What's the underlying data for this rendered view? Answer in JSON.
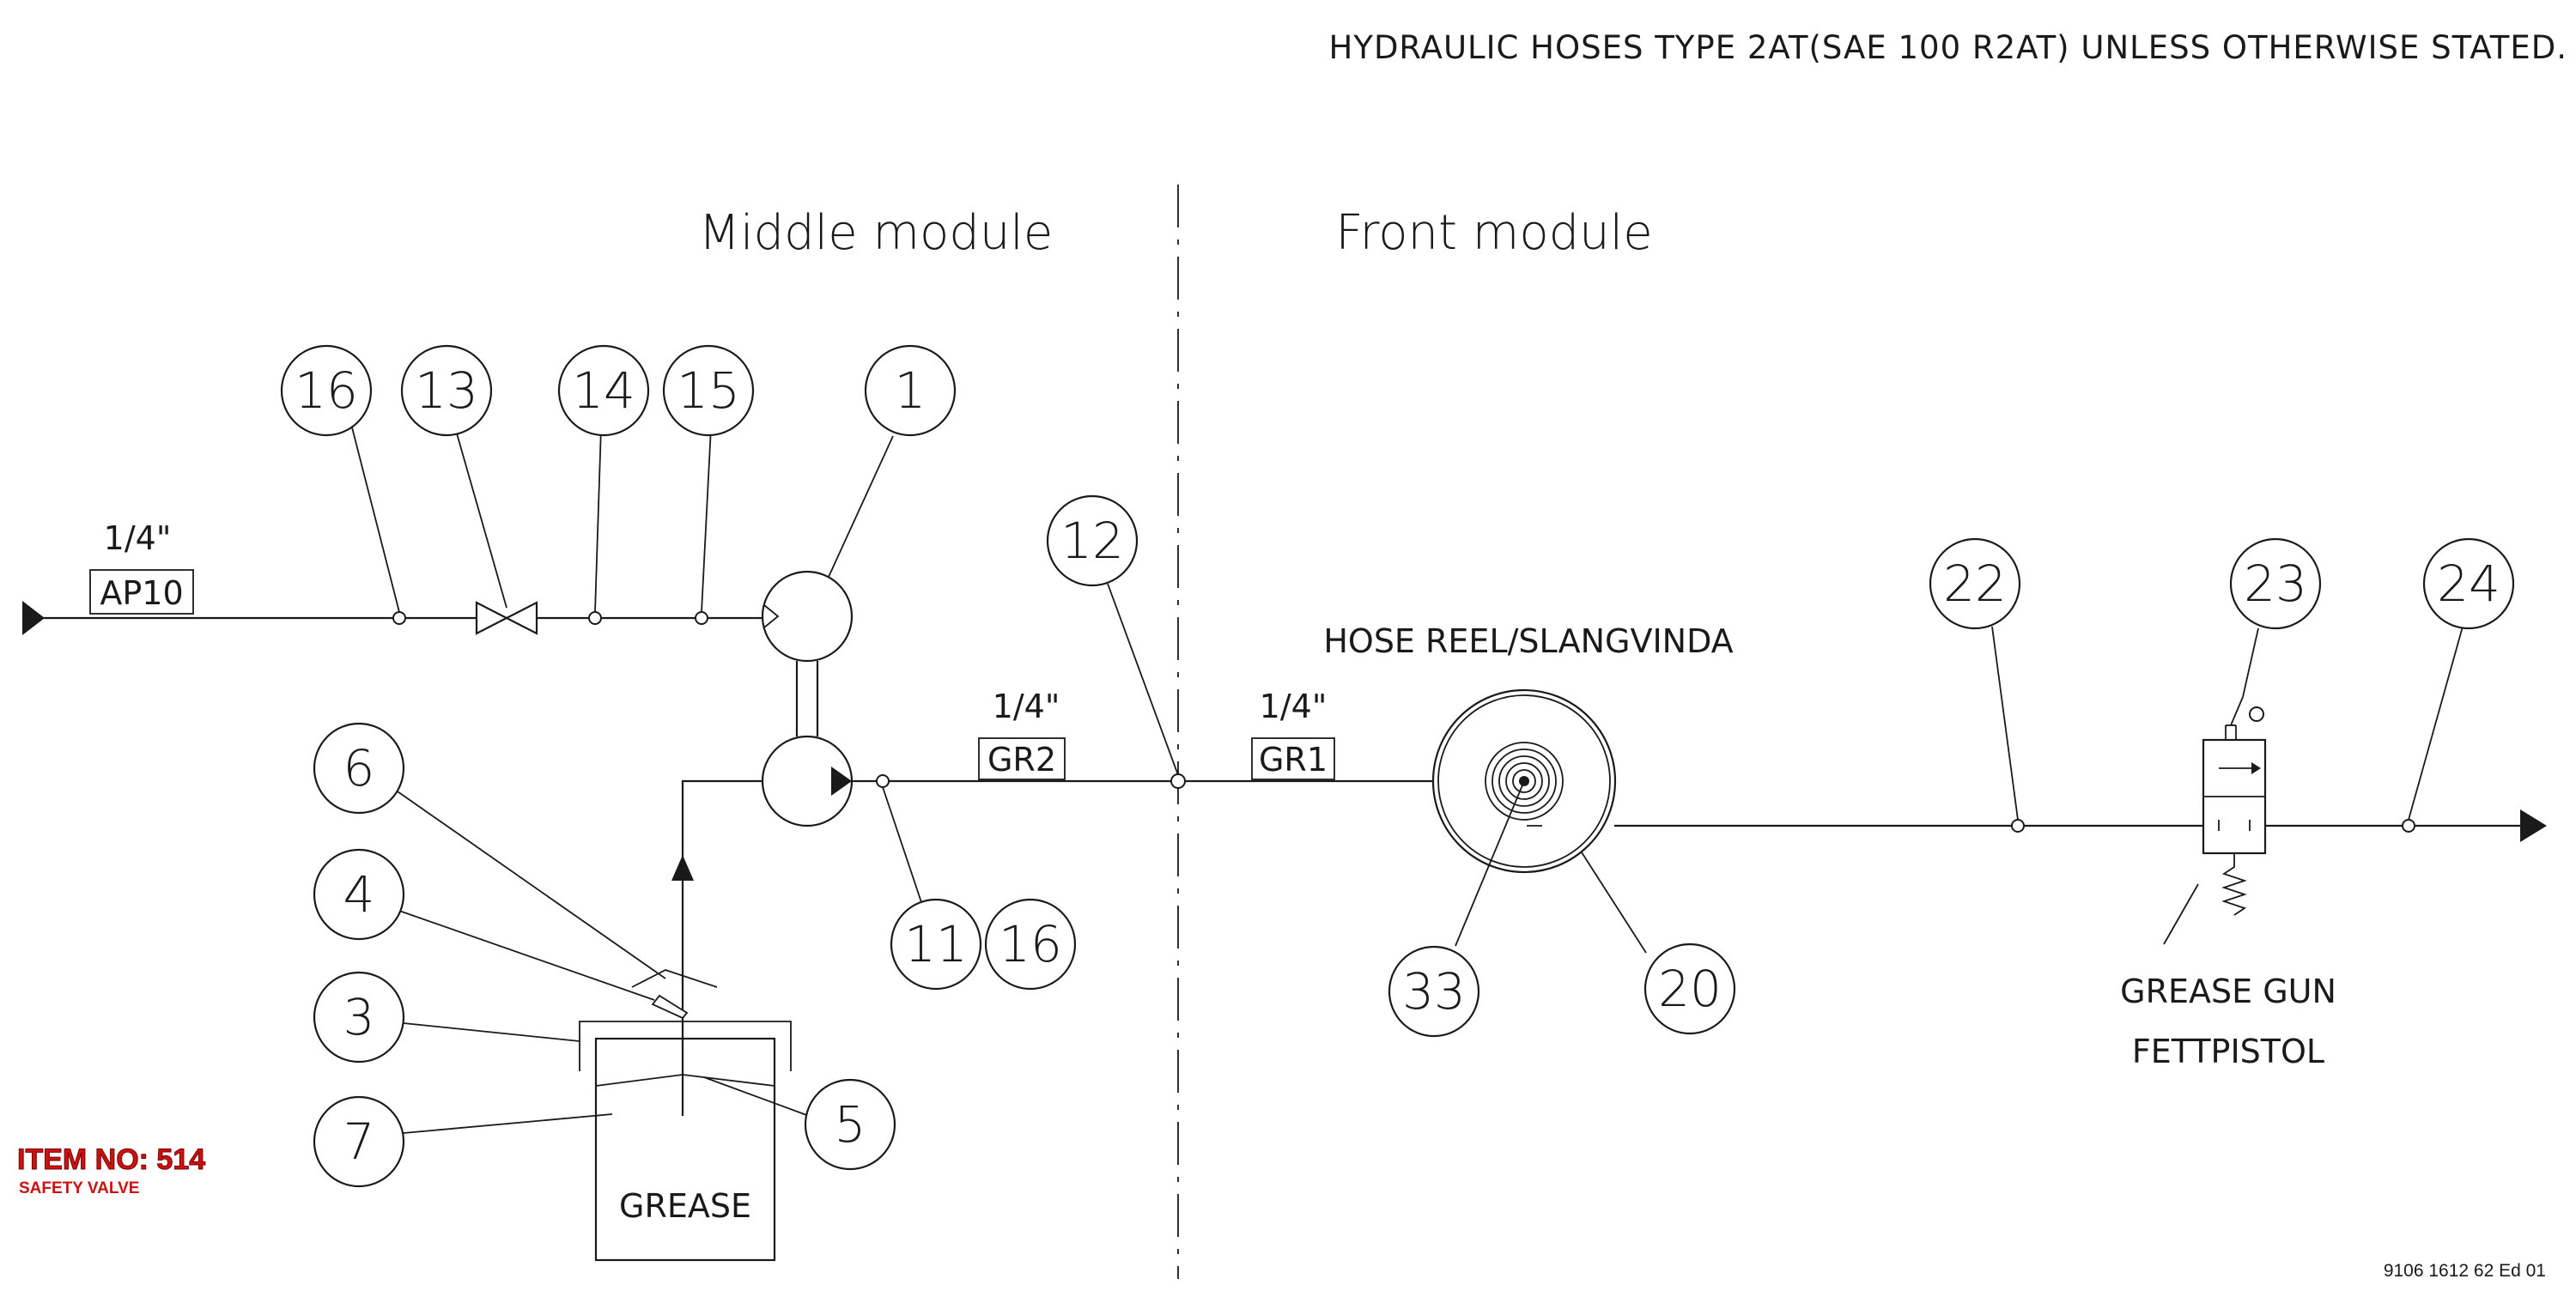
{
  "header_note": "HYDRAULIC HOSES TYPE 2AT(SAE 100 R2AT) UNLESS OTHERWISE STATED.",
  "modules": {
    "middle": "Middle module",
    "front": "Front module"
  },
  "hose_sizes": {
    "ap10": "1/4\"",
    "gr2": "1/4\"",
    "gr1": "1/4\""
  },
  "hose_tags": {
    "ap10": "AP10",
    "gr2": "GR2",
    "gr1": "GR1"
  },
  "callouts": {
    "c16_top": "16",
    "c13": "13",
    "c14": "14",
    "c15": "15",
    "c1": "1",
    "c12": "12",
    "c6": "6",
    "c4": "4",
    "c3": "3",
    "c7": "7",
    "c5": "5",
    "c11": "11",
    "c16_bottom": "16",
    "c33": "33",
    "c20": "20",
    "c22": "22",
    "c23": "23",
    "c24": "24"
  },
  "labels": {
    "hose_reel": "HOSE REEL/SLANGVINDA",
    "grease": "GREASE",
    "grease_gun": "GREASE GUN",
    "fettpistol": "FETTPISTOL"
  },
  "item": {
    "number": "ITEM NO: 514",
    "name": "SAFETY VALVE"
  },
  "document_number": "9106 1612 62 Ed 01"
}
